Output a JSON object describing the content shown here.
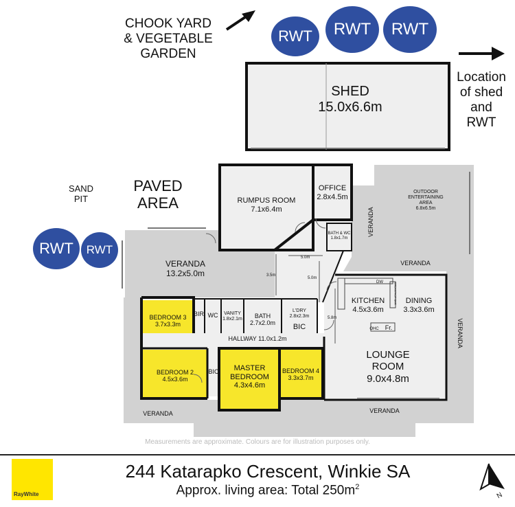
{
  "colors": {
    "bedroom_fill": "#f7e62b",
    "room_fill": "#efefef",
    "outdoor_fill": "#d2d2d2",
    "rwt_fill": "#2f4fa0",
    "wall": "#111111",
    "logo_yellow": "#ffe600"
  },
  "outside": {
    "chook_yard": [
      "CHOOK YARD",
      "& VEGETABLE",
      "GARDEN"
    ],
    "sand_pit": [
      "SAND",
      "PIT"
    ],
    "paved_area": [
      "PAVED",
      "AREA"
    ],
    "location_note": [
      "Location",
      "of shed",
      "and",
      "RWT"
    ],
    "rwt_label": "RWT"
  },
  "shed": {
    "name": "SHED",
    "size": "15.0x6.6m"
  },
  "rooms": {
    "rumpus": {
      "name": "RUMPUS ROOM",
      "size": "7.1x6.4m"
    },
    "office": {
      "name": "OFFICE",
      "size": "2.8x4.5m"
    },
    "outdoor_ent": {
      "name": [
        "OUTDOOR",
        "ENTERTAINING",
        "AREA"
      ],
      "size": "6.8x6.5m"
    },
    "bath_wc": {
      "name": "BATH & WC",
      "size": "1.8x1.7m"
    },
    "veranda_main": {
      "name": "VERANDA",
      "size": "13.2x5.0m"
    },
    "bedroom3": {
      "name": "BEDROOM 3",
      "size": "3.7x3.3m"
    },
    "bir": "BIR",
    "wc": "WC",
    "vanity": {
      "name": "VANITY",
      "size": "1.8x2.1m"
    },
    "bath": {
      "name": "BATH",
      "size": "2.7x2.0m"
    },
    "ldry": {
      "name": "L'DRY",
      "size": "2.8x2.3m"
    },
    "bic": "BIC",
    "kitchen": {
      "name": "KITCHEN",
      "size": "4.5x3.6m"
    },
    "dining": {
      "name": "DINING",
      "size": "3.3x3.6m"
    },
    "dw": "DW",
    "breakfast_bar": "BREAKFAST BAR",
    "ohc": "OHC",
    "fr": "Fr.",
    "hallway": "HALLWAY 11.0x1.2m",
    "bedroom2": {
      "name": "BEDROOM 2",
      "size": "4.5x3.6m"
    },
    "master": {
      "name": [
        "MASTER",
        "BEDROOM"
      ],
      "size": "4.3x4.6m"
    },
    "bedroom4": {
      "name": "BEDROOM 4",
      "size": "3.3x3.7m"
    },
    "lounge": {
      "name": [
        "LOUNGE",
        "ROOM"
      ],
      "size": "9.0x4.8m"
    },
    "veranda": "VERANDA",
    "dims": {
      "d1": "5.0m",
      "d2": "5.0m",
      "d3": "3.5m",
      "d4": "5.8m"
    }
  },
  "disclaimer": "Measurements are approximate. Colours are for illustration purposes only.",
  "address": "244 Katarapko Crescent, Winkie SA",
  "area": {
    "prefix": "Approx. living area: Total 250m",
    "sup": "2"
  },
  "logo_text": "RayWhite",
  "compass": "N"
}
